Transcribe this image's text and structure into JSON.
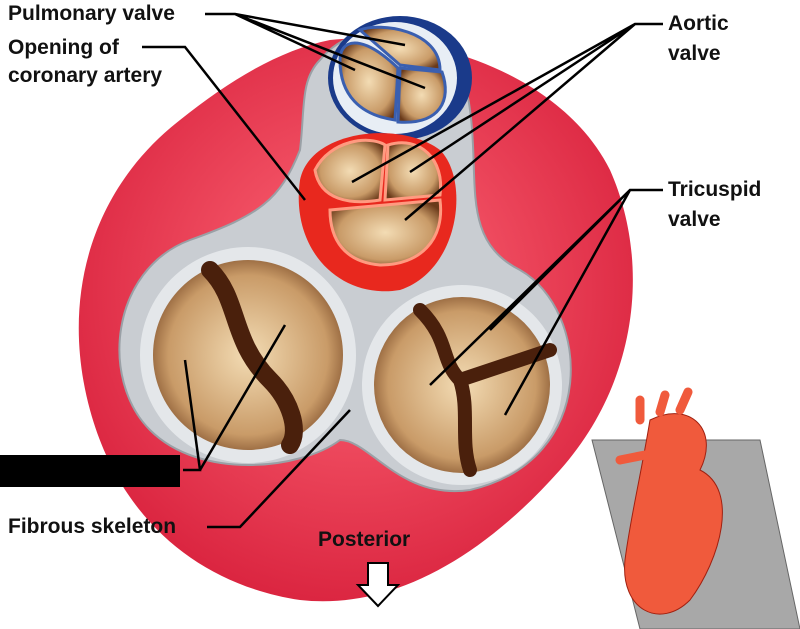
{
  "labels": {
    "pulmonary_valve": "Pulmonary valve",
    "opening_coronary_line1": "Opening of",
    "opening_coronary_line2": "coronary artery",
    "aortic_line1": "Aortic",
    "aortic_line2": "valve",
    "tricuspid_line1": "Tricuspid",
    "tricuspid_line2": "valve",
    "fibrous_skeleton": "Fibrous skeleton",
    "posterior": "Posterior"
  },
  "colors": {
    "myocardium": "#e0304a",
    "fibrous": "#c9cdd2",
    "pulmonary_ring": "#1a3a8a",
    "aortic_ring": "#e8281e",
    "cusp": "#c9a070",
    "thumb_plane": "#a8a8a8",
    "thumb_heart": "#f05a3c"
  }
}
